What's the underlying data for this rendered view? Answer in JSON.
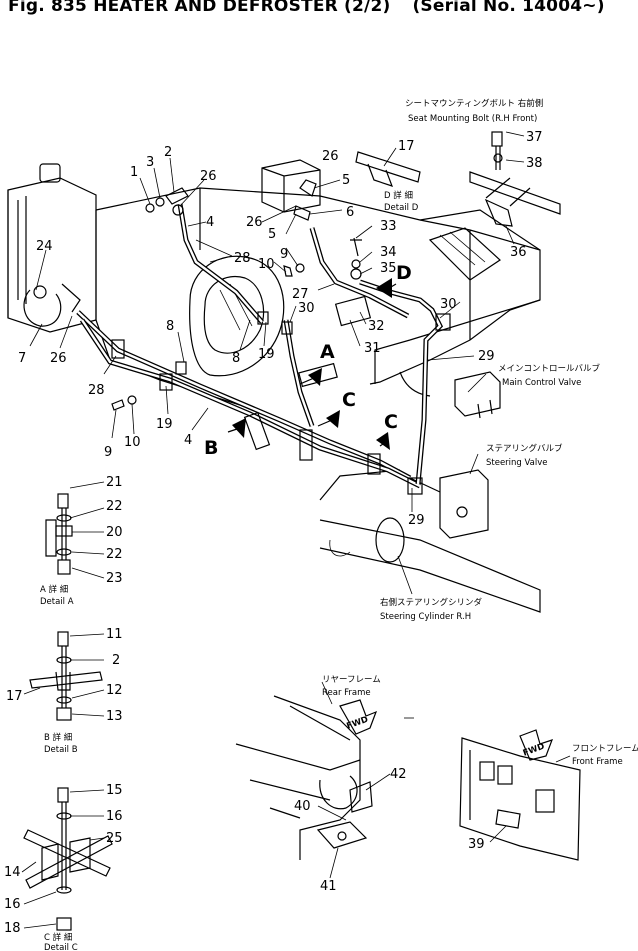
{
  "title": {
    "main": "Fig. 835 HEATER AND DEFROSTER (2/2)",
    "serial": "(Serial No. 14004~)"
  },
  "callouts": {
    "seat_bolt_jp": "シートマウンティングボルト 右前側",
    "seat_bolt_en": "Seat Mounting Bolt (R.H Front)",
    "main_valve_jp": "メインコントロールバルブ",
    "main_valve_en": "Main Control Valve",
    "steer_valve_jp": "ステアリングバルブ",
    "steer_valve_en": "Steering Valve",
    "steer_cyl_jp": "右側ステアリングシリンダ",
    "steer_cyl_en": "Steering Cylinder R.H",
    "rear_frame_jp": "リヤーフレーム",
    "rear_frame_en": "Rear Frame",
    "front_frame_jp": "フロントフレーム",
    "front_frame_en": "Front Frame",
    "fwd": "FWD"
  },
  "details": {
    "a_jp": "A 詳 細",
    "a_en": "Detail A",
    "b_jp": "B 詳 細",
    "b_en": "Detail B",
    "c_jp": "C 詳 細",
    "c_en": "Detail C",
    "d_jp": "D 詳 細",
    "d_en": "Detail D"
  },
  "view_letters": {
    "A": "A",
    "B": "B",
    "C": "C",
    "D": "D"
  },
  "part_numbers": {
    "p1": "1",
    "p2": "2",
    "p3": "3",
    "p4": "4",
    "p5": "5",
    "p6": "6",
    "p7": "7",
    "p8": "8",
    "p9": "9",
    "p10": "10",
    "p11": "11",
    "p12": "12",
    "p13": "13",
    "p14": "14",
    "p15": "15",
    "p16": "16",
    "p17": "17",
    "p18": "18",
    "p19": "19",
    "p20": "20",
    "p21": "21",
    "p22": "22",
    "p23": "23",
    "p24": "24",
    "p25": "25",
    "p26": "26",
    "p27": "27",
    "p28": "28",
    "p29": "29",
    "p30": "30",
    "p31": "31",
    "p32": "32",
    "p33": "33",
    "p34": "34",
    "p35": "35",
    "p36": "36",
    "p37": "37",
    "p38": "38",
    "p39": "39",
    "p40": "40",
    "p41": "41",
    "p42": "42"
  },
  "colors": {
    "ink": "#000000",
    "paper": "#ffffff"
  }
}
